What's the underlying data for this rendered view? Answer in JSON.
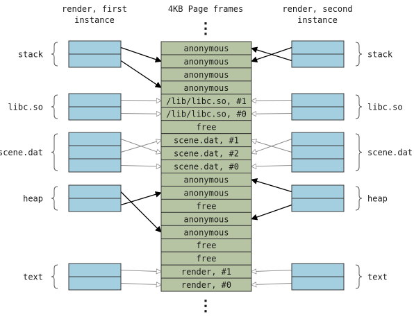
{
  "headers": {
    "left_line1": "render, first",
    "left_line2": "instance",
    "center": "4KB Page frames",
    "right_line1": "render, second",
    "right_line2": "instance"
  },
  "ellipsis": "⋮",
  "frames": [
    "anonymous",
    "anonymous",
    "anonymous",
    "anonymous",
    "/lib/libc.so, #1",
    "/lib/libc.so, #0",
    "free",
    "scene.dat, #1",
    "scene.dat, #2",
    "scene.dat, #0",
    "anonymous",
    "anonymous",
    "free",
    "anonymous",
    "anonymous",
    "free",
    "free",
    "render, #1",
    "render, #0"
  ],
  "segments": [
    {
      "id": "stack",
      "label": "stack",
      "rows": 2
    },
    {
      "id": "libc",
      "label": "libc.so",
      "rows": 2
    },
    {
      "id": "scene",
      "label": "scene.dat",
      "rows": 3
    },
    {
      "id": "heap",
      "label": "heap",
      "rows": 2
    },
    {
      "id": "text",
      "label": "text",
      "rows": 2
    }
  ],
  "mappings": {
    "left": [
      {
        "segment": 0,
        "row": 0,
        "frame": 2,
        "kind": "anon"
      },
      {
        "segment": 0,
        "row": 1,
        "frame": 4,
        "kind": "anon"
      },
      {
        "segment": 1,
        "row": 0,
        "frame": 5,
        "kind": "file"
      },
      {
        "segment": 1,
        "row": 1,
        "frame": 6,
        "kind": "file"
      },
      {
        "segment": 2,
        "row": 0,
        "frame": 9,
        "kind": "file"
      },
      {
        "segment": 2,
        "row": 1,
        "frame": 8,
        "kind": "file"
      },
      {
        "segment": 2,
        "row": 2,
        "frame": 10,
        "kind": "file"
      },
      {
        "segment": 3,
        "row": 0,
        "frame": 15,
        "kind": "anon"
      },
      {
        "segment": 3,
        "row": 1,
        "frame": 12,
        "kind": "anon"
      },
      {
        "segment": 4,
        "row": 0,
        "frame": 18,
        "kind": "file"
      },
      {
        "segment": 4,
        "row": 1,
        "frame": 19,
        "kind": "file"
      }
    ],
    "right": [
      {
        "segment": 0,
        "row": 0,
        "frame": 2,
        "kind": "anon"
      },
      {
        "segment": 0,
        "row": 1,
        "frame": 1,
        "kind": "anon"
      },
      {
        "segment": 1,
        "row": 0,
        "frame": 5,
        "kind": "file"
      },
      {
        "segment": 1,
        "row": 1,
        "frame": 6,
        "kind": "file"
      },
      {
        "segment": 2,
        "row": 0,
        "frame": 9,
        "kind": "file"
      },
      {
        "segment": 2,
        "row": 1,
        "frame": 8,
        "kind": "file"
      },
      {
        "segment": 2,
        "row": 2,
        "frame": 10,
        "kind": "file"
      },
      {
        "segment": 3,
        "row": 0,
        "frame": 11,
        "kind": "anon"
      },
      {
        "segment": 3,
        "row": 1,
        "frame": 14,
        "kind": "anon"
      },
      {
        "segment": 4,
        "row": 0,
        "frame": 18,
        "kind": "file"
      },
      {
        "segment": 4,
        "row": 1,
        "frame": 19,
        "kind": "file"
      }
    ]
  },
  "colors": {
    "frame_fill": "#b7c4a3",
    "frame_stroke": "#3a3a3a",
    "segment_fill": "#a4cfe0",
    "segment_stroke": "#3a3a3a",
    "anon_arrow": "#000000",
    "file_arrow": "#8c8c8c"
  }
}
